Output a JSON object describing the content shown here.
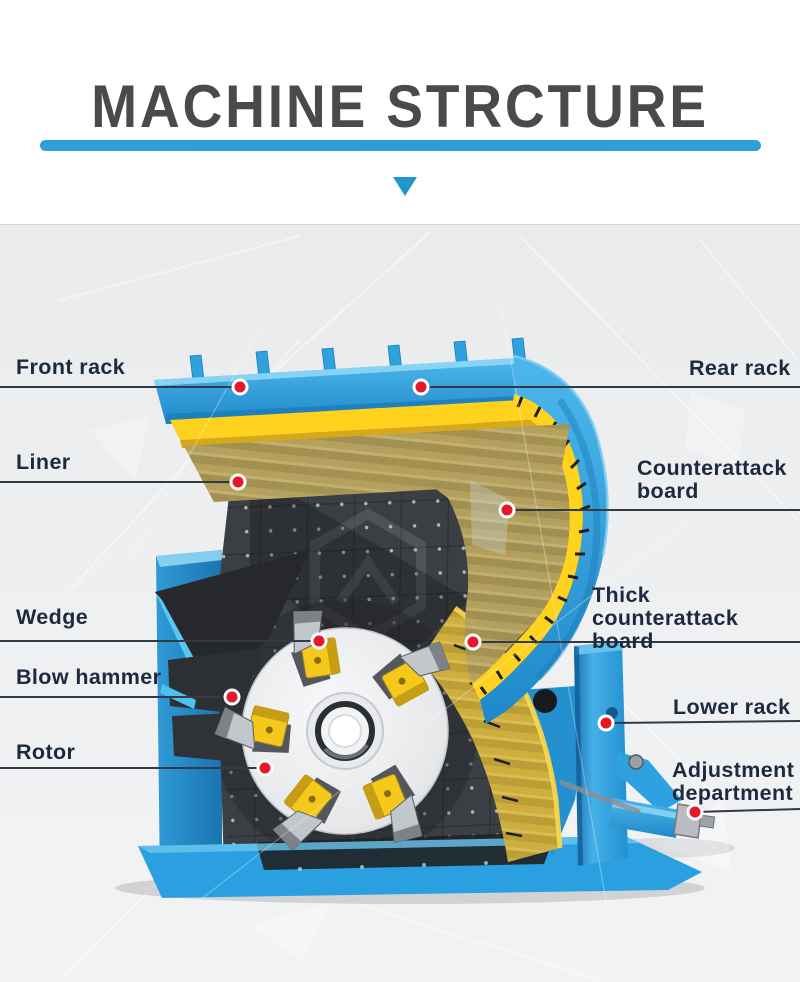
{
  "header": {
    "title": "MACHINE STRCTURE",
    "underline_color": "#2b9ed8",
    "arrow_icon": "down-triangle"
  },
  "diagram": {
    "subject": "impact crusher machine structure cutaway",
    "labels": [
      {
        "id": "front-rack",
        "text": "Front rack",
        "side": "left"
      },
      {
        "id": "liner",
        "text": "Liner",
        "side": "left"
      },
      {
        "id": "wedge",
        "text": "Wedge",
        "side": "left"
      },
      {
        "id": "blow-hammer",
        "text": "Blow hammer",
        "side": "left"
      },
      {
        "id": "rotor",
        "text": "Rotor",
        "side": "left"
      },
      {
        "id": "rear-rack",
        "text": "Rear rack",
        "side": "right"
      },
      {
        "id": "counterattack-board",
        "text": "Counterattack board",
        "side": "right"
      },
      {
        "id": "thick-counterattack-board",
        "text": "Thick counterattack board",
        "side": "right"
      },
      {
        "id": "lower-rack",
        "text": "Lower rack",
        "side": "right"
      },
      {
        "id": "adjustment-department",
        "text": "Adjustment department",
        "side": "right"
      }
    ],
    "colors": {
      "machine_blue": "#2da1e0",
      "machine_yellow": "#ffd21e",
      "liner_khaki": "#b3a05f",
      "wall_dark": "#3b3f43",
      "marker_red": "#e3192b",
      "leader_line": "#333a44",
      "label_text": "#1d2a3e"
    }
  }
}
